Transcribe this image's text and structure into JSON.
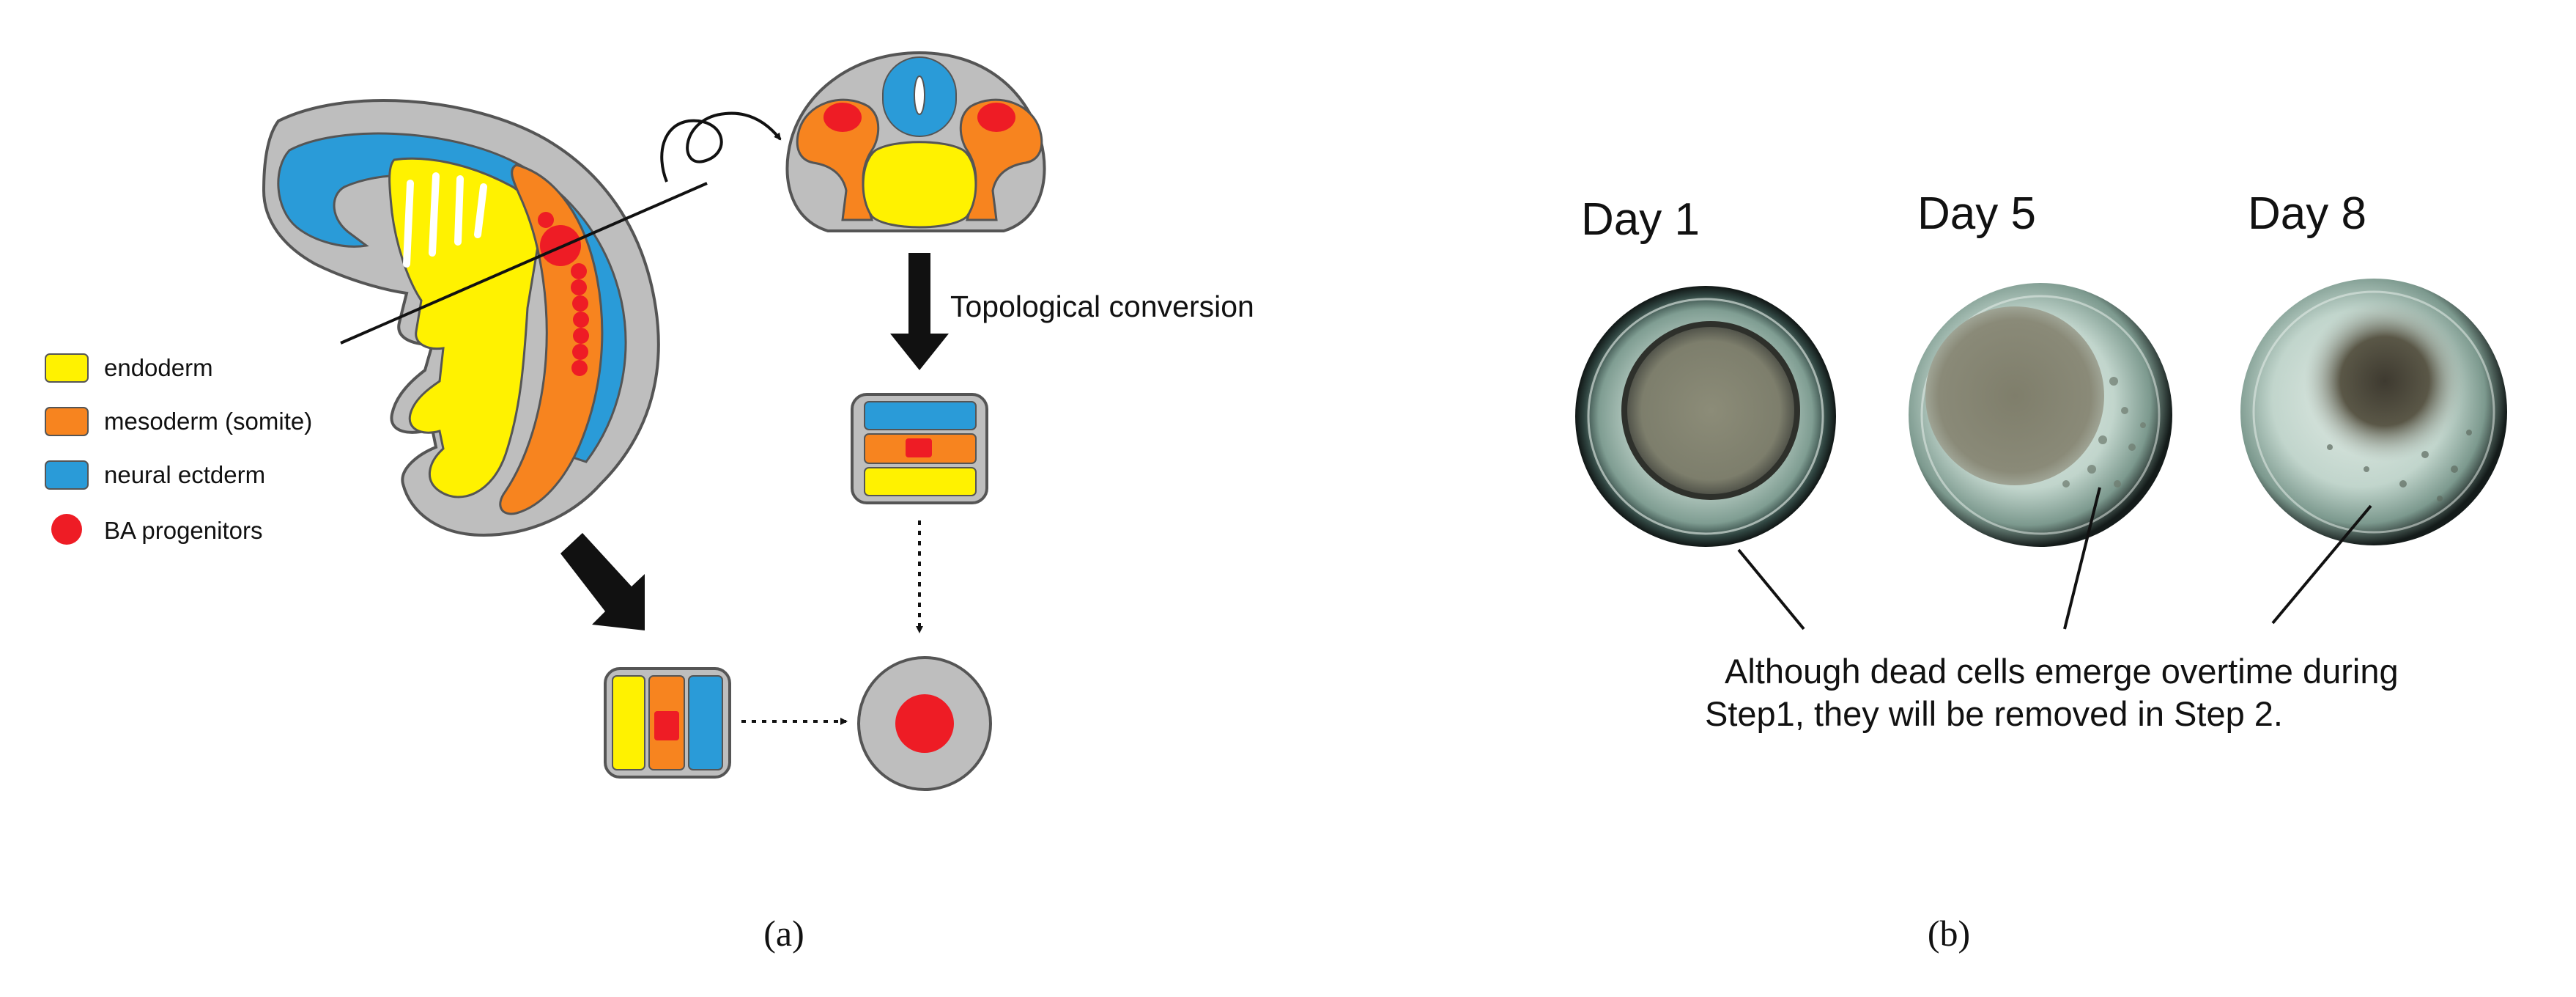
{
  "panel_a": {
    "legend": [
      {
        "label": "endoderm",
        "color": "#FFF200"
      },
      {
        "label": "mesoderm (somite)",
        "color": "#F7841F"
      },
      {
        "label": "neural ectderm",
        "color": "#2A9BD8"
      },
      {
        "label": "BA progenitors",
        "color": "#EE1C25"
      }
    ],
    "conversion_label": "Topological conversion",
    "caption": "(a)"
  },
  "panel_b": {
    "day_labels": [
      "Day 1",
      "Day 5",
      "Day 8"
    ],
    "annotation_line1": "Although dead cells emerge overtime during",
    "annotation_line2": "Step1, they will be removed in Step 2.",
    "caption": "(b)"
  },
  "colors": {
    "endoderm": "#FFF200",
    "mesoderm": "#F7841F",
    "ectoderm": "#2A9BD8",
    "progenitor": "#EE1C25",
    "tissue_gray": "#BEBEBE",
    "outline": "#555555"
  }
}
